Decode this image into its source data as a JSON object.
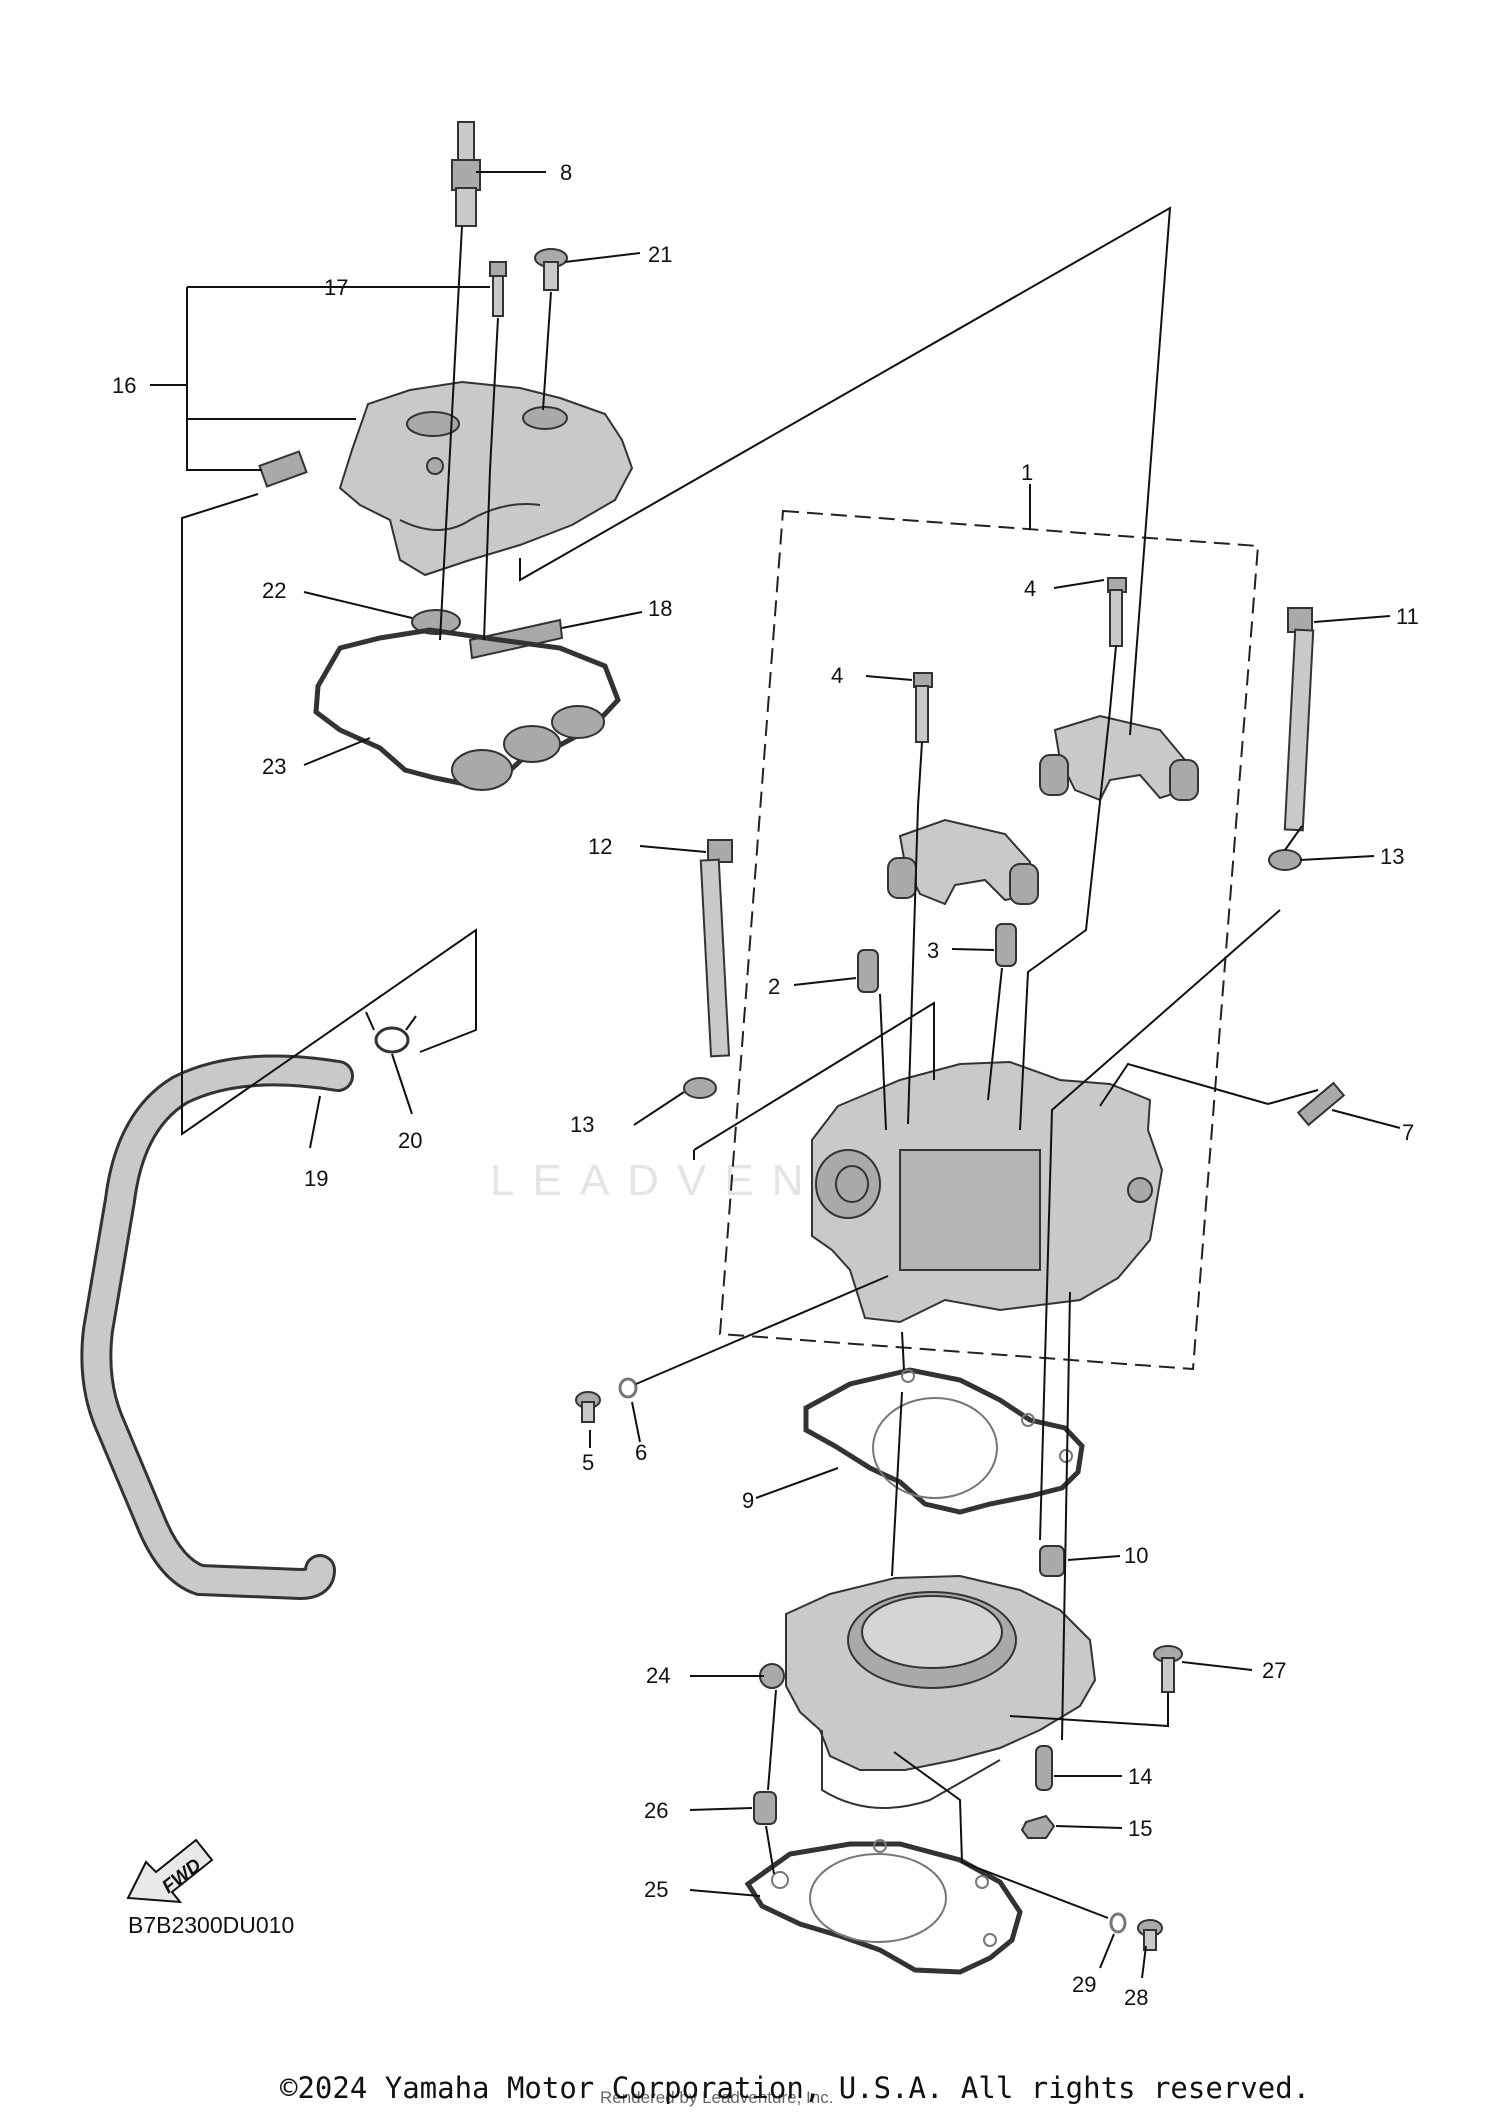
{
  "callouts": [
    "1",
    "2",
    "3",
    "4",
    "4",
    "5",
    "6",
    "7",
    "8",
    "9",
    "10",
    "11",
    "12",
    "13",
    "13",
    "14",
    "15",
    "16",
    "17",
    "18",
    "19",
    "20",
    "21",
    "22",
    "23",
    "24",
    "25",
    "26",
    "27",
    "28",
    "29"
  ],
  "fwd_label": "FWD",
  "diagram_code": "B7B2300DU010",
  "watermark": "LEADVEN",
  "copyright": "©2024 Yamaha Motor Corporation, U.S.A. All rights reserved.",
  "rendered_by": "Rendered by Leadventure, Inc.",
  "colors": {
    "line": "#111111",
    "part_fill": "#c9c9c9",
    "watermark": "#e4e4e4"
  }
}
